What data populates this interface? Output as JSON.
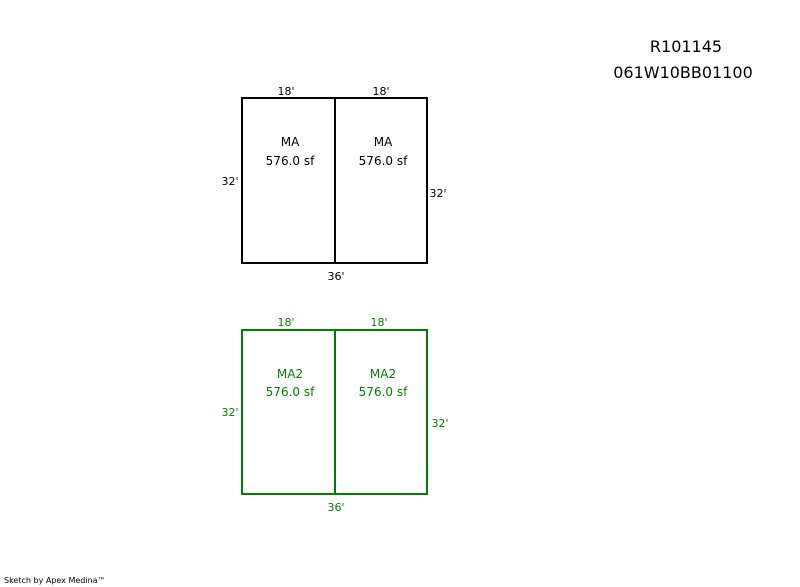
{
  "header": {
    "parcel_id": "R101145",
    "map_number": "061W10BB01100"
  },
  "colors": {
    "level1": "#000000",
    "level2": "#008000"
  },
  "levels": [
    {
      "areas": [
        {
          "code": "MA",
          "area": "576.0 sf"
        },
        {
          "code": "MA",
          "area": "576.0 sf"
        }
      ],
      "dims": {
        "top_left": "18'",
        "top_right": "18'",
        "left": "32'",
        "right": "32'",
        "bottom": "36'"
      }
    },
    {
      "areas": [
        {
          "code": "MA2",
          "area": "576.0 sf"
        },
        {
          "code": "MA2",
          "area": "576.0 sf"
        }
      ],
      "dims": {
        "top_left": "18'",
        "top_right": "18'",
        "left": "32'",
        "right": "32'",
        "bottom": "36'"
      }
    }
  ],
  "footer": {
    "credit": "Sketch by Apex Medina™"
  }
}
